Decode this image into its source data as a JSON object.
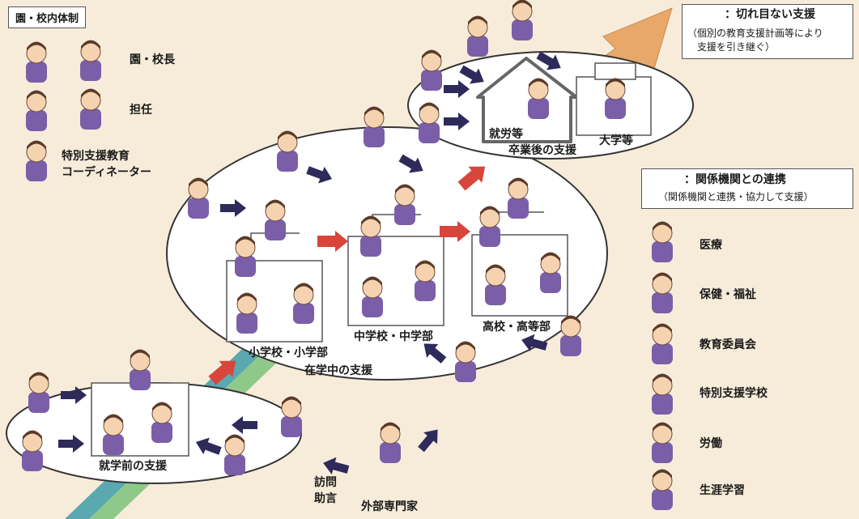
{
  "legend_left": {
    "title": "園・校内体制",
    "items": [
      {
        "label": "園・校長"
      },
      {
        "label": "担任"
      },
      {
        "label": "特別支援教育"
      },
      {
        "label": "コーディネーター"
      }
    ]
  },
  "legend_right": {
    "seamless_title": "：切れ目ない支援",
    "seamless_note_1": "（個別の教育支援計画等により",
    "seamless_note_2": "支援を引き継ぐ）",
    "cooperation_title": "：関係機関との連携",
    "cooperation_note": "（関係機関と連携・協力して支援）",
    "agencies": [
      "医療",
      "保健・福祉",
      "教育委員会",
      "特別支援学校",
      "労働",
      "生涯学習"
    ]
  },
  "stages": {
    "preschool": "就学前の支援",
    "elementary": "小学校・小学部",
    "junior_high": "中学校・中学部",
    "high_school": "高校・高等部",
    "in_school": "在学中の支援",
    "work": "就労等",
    "university": "大学等",
    "after_graduation": "卒業後の支援"
  },
  "expert": {
    "label": "外部専門家",
    "visit_1": "訪問",
    "visit_2": "助言"
  },
  "colors": {
    "background": "#f7ecda",
    "seamless_arrow": "#d8453a",
    "cooperation_arrow": "#2e2a5a",
    "big_arrow": "#e8a86a",
    "band_green": "#8fc98a",
    "band_teal": "#5aa8b0"
  }
}
